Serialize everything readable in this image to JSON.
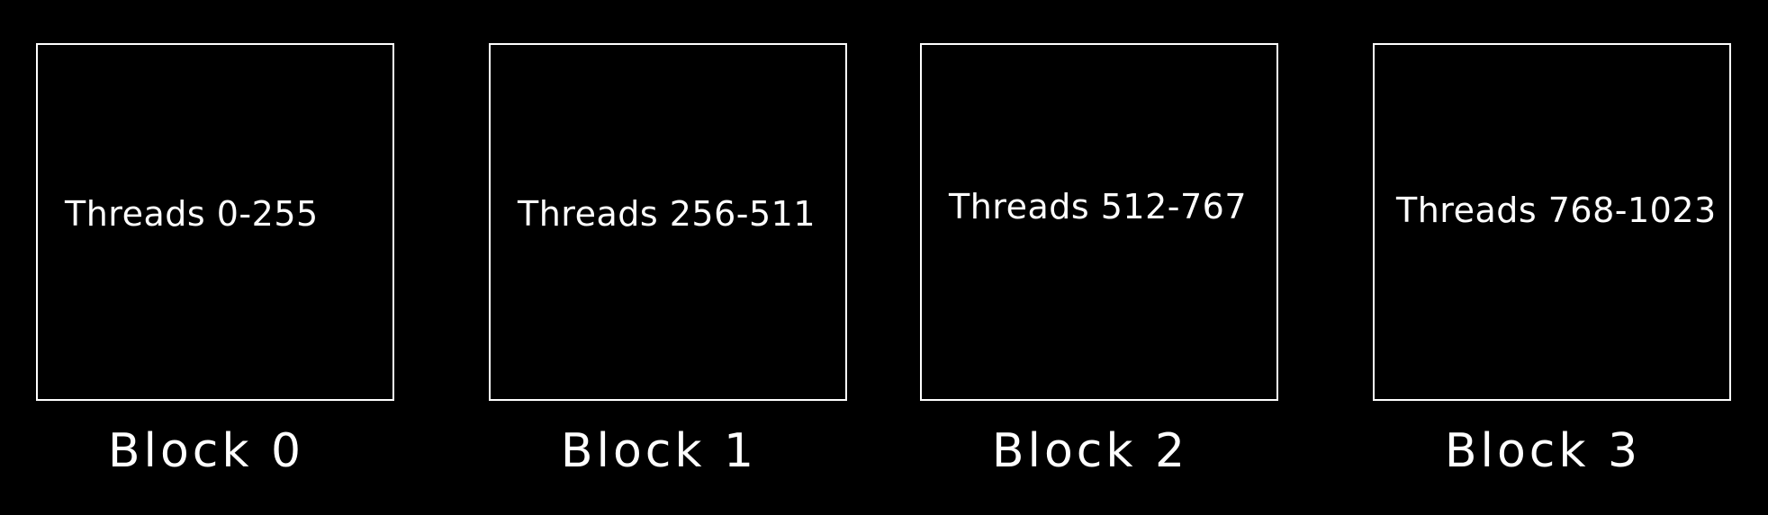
{
  "diagram": {
    "blocks": [
      {
        "name": "Block 0",
        "threads": "Threads 0-255"
      },
      {
        "name": "Block 1",
        "threads": "Threads 256-511"
      },
      {
        "name": "Block 2",
        "threads": "Threads 512-767"
      },
      {
        "name": "Block 3",
        "threads": "Threads 768-1023"
      }
    ]
  },
  "colors": {
    "background": "#000000",
    "stroke": "#ffffff",
    "text": "#ffffff"
  }
}
